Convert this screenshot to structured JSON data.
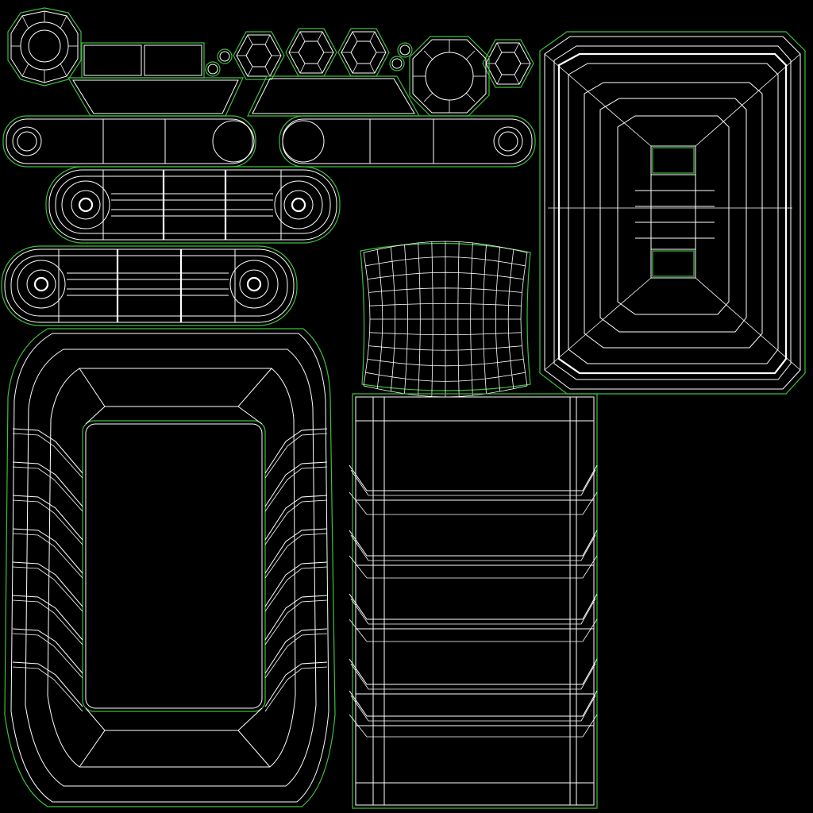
{
  "view": {
    "background_color": "#000000",
    "wire_color": "#ffffff",
    "island_border_color": "#3fbf3f"
  },
  "islands": [
    {
      "name": "ring-top-left",
      "shape": "ring"
    },
    {
      "name": "small-rect-pair",
      "shape": "rectangles"
    },
    {
      "name": "hex-nut-row",
      "shape": "hexagons"
    },
    {
      "name": "small-dots",
      "shape": "circles"
    },
    {
      "name": "bracket-strip-left",
      "shape": "trapezoid"
    },
    {
      "name": "bracket-strip-right",
      "shape": "trapezoid"
    },
    {
      "name": "link-bar-1",
      "shape": "rounded-bar"
    },
    {
      "name": "link-bar-2",
      "shape": "rounded-bar"
    },
    {
      "name": "link-bar-3",
      "shape": "rounded-bar"
    },
    {
      "name": "link-bar-4",
      "shape": "rounded-bar"
    },
    {
      "name": "square-frame-top-right",
      "shape": "square-frame"
    },
    {
      "name": "curved-grid-patch",
      "shape": "grid"
    },
    {
      "name": "large-frame-bottom-left",
      "shape": "rect-frame"
    },
    {
      "name": "ribbed-panel-bottom-middle",
      "shape": "ribbed-rect"
    }
  ]
}
